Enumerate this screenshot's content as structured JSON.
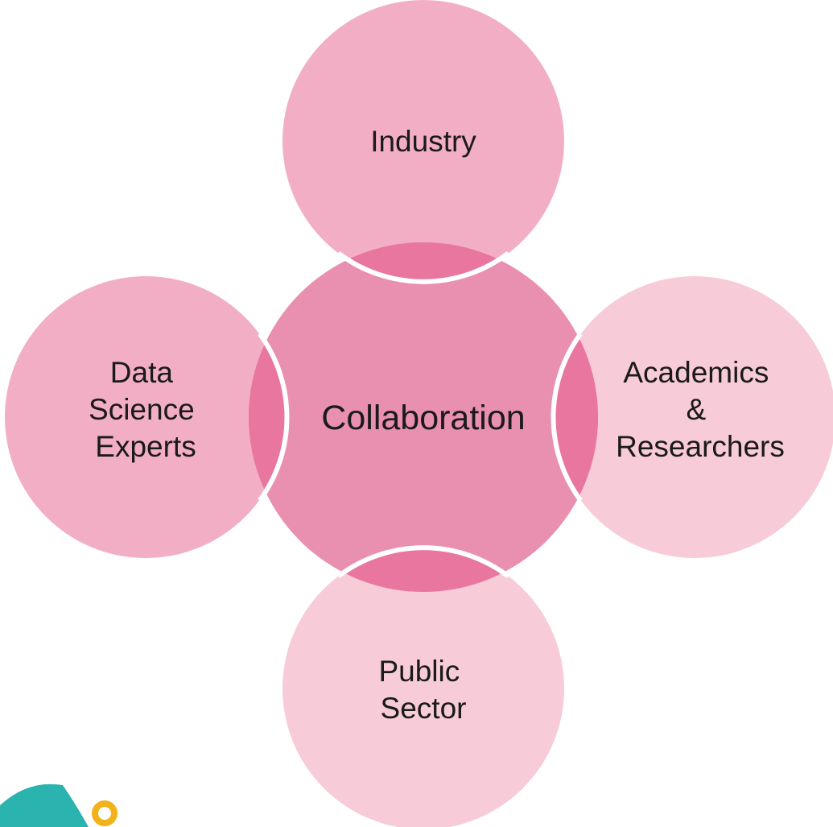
{
  "diagram": {
    "center": {
      "label_lines": [
        "Collaboration"
      ],
      "fill": "#E98FB0"
    },
    "nodes": [
      {
        "id": "industry",
        "label_lines": [
          "Industry"
        ],
        "fill": "#F2AEC5"
      },
      {
        "id": "academics",
        "label_lines": [
          "Academics",
          "&",
          "Researchers"
        ],
        "fill": "#F7CBD8"
      },
      {
        "id": "public-sector",
        "label_lines": [
          "Public",
          "Sector"
        ],
        "fill": "#F7CBD8"
      },
      {
        "id": "data-science",
        "label_lines": [
          "Data",
          "Science",
          "Experts"
        ],
        "fill": "#F2AEC5"
      }
    ],
    "overlap_fill": "#E8769F",
    "outline_color": "#FFFFFF"
  },
  "logo": {
    "colors": {
      "teal": "#2BB3B0",
      "ring": "#F2B21B"
    }
  }
}
